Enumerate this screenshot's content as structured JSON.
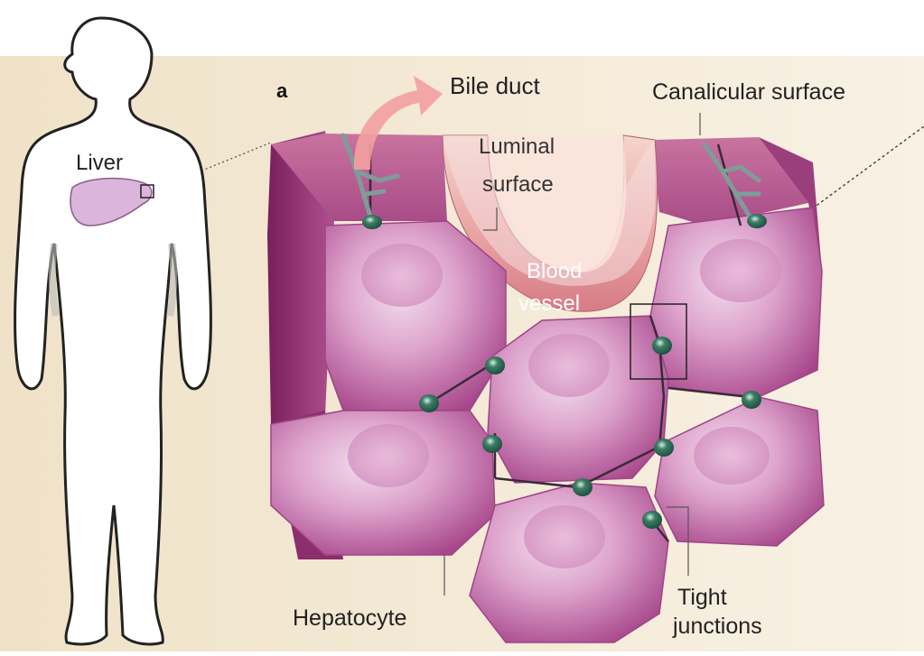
{
  "labels": {
    "panel": "a",
    "liver": "Liver",
    "bile_duct": "Bile duct",
    "canalicular_surface": "Canalicular surface",
    "luminal_surface_line1": "Luminal",
    "luminal_surface_line2": "surface",
    "blood_vessel_line1": "Blood",
    "blood_vessel_line2": "vessel",
    "hepatocyte": "Hepatocyte",
    "tight_junctions_line1": "Tight",
    "tight_junctions_line2": "junctions"
  },
  "colors": {
    "background_band": "#f3ead8",
    "cell_face": "#c77fb3",
    "cell_dark": "#8a2f6e",
    "cell_top": "#b0528f",
    "vessel": "#e79a9a",
    "junction": "#2f6b55",
    "canaliculus": "#7f9c98",
    "arrow": "#f3a0a0",
    "liver": "#dcb5dc"
  }
}
